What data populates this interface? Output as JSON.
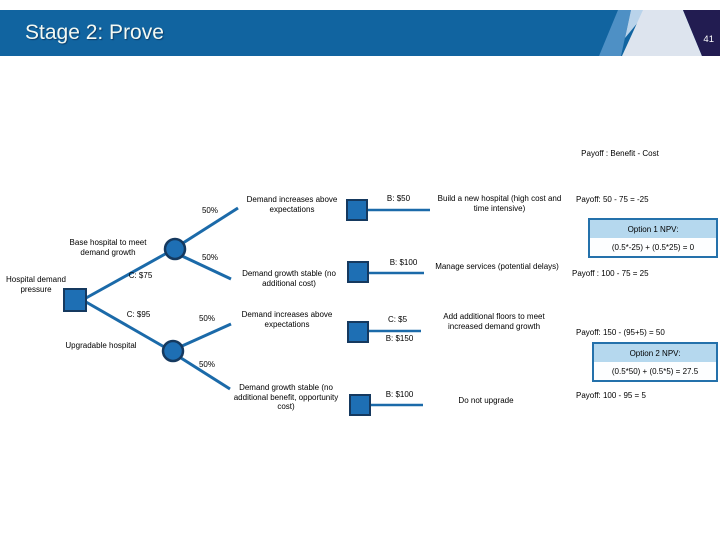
{
  "header": {
    "title": "Stage 2: Prove",
    "page_number": "41"
  },
  "legend": {
    "formula": "Payoff : Benefit - Cost"
  },
  "tree": {
    "root": {
      "label": "Hospital demand pressure"
    },
    "branches": [
      {
        "option_label": "Base hospital to meet demand growth",
        "cost_label": "C: $75"
      },
      {
        "option_label": "Upgradable hospital",
        "cost_label": "C: $95"
      }
    ],
    "outcomes": [
      {
        "probability": "50%",
        "description": "Demand increases above expectations",
        "value_labels": [
          "B: $50"
        ],
        "action": "Build a new hospital (high cost and time intensive)",
        "payoff": "Payoff: 50 - 75 = -25"
      },
      {
        "probability": "50%",
        "description": "Demand growth stable (no additional cost)",
        "value_labels": [
          "B: $100"
        ],
        "action": "Manage services (potential delays)",
        "payoff": "Payoff : 100 - 75 = 25"
      },
      {
        "probability": "50%",
        "description": "Demand increases above expectations",
        "value_labels": [
          "C: $5",
          "B: $150"
        ],
        "action": "Add additional floors to meet increased demand growth",
        "payoff": "Payoff: 150 - (95+5) = 50"
      },
      {
        "probability": "50%",
        "description": "Demand growth stable (no additional benefit, opportunity cost)",
        "value_labels": [
          "B: $100"
        ],
        "action": "Do not upgrade",
        "payoff": "Payoff: 100 - 95 = 5"
      }
    ],
    "npv_boxes": [
      {
        "title": "Option 1 NPV:",
        "formula": "(0.5*-25) + (0.5*25) = 0"
      },
      {
        "title": "Option 2 NPV:",
        "formula": "(0.5*50) + (0.5*5) = 27.5"
      }
    ]
  },
  "colors": {
    "header_blue": "#1164a0",
    "corner_navy": "#221c51",
    "node_fill": "#1e6fb4",
    "node_border": "#15395f",
    "line_blue": "#1b6aa9",
    "npv_border": "#2471ab",
    "npv_title_bg": "#b5d8ee"
  }
}
